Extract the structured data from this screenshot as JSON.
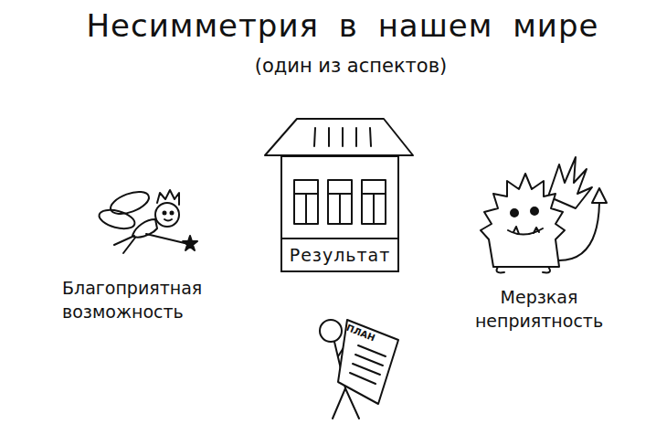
{
  "diagram": {
    "title": "Несимметрия в нашем мире",
    "nodes": [
      {
        "text": [
          "Результат"
        ]
      }
    ],
    "labels": [
      "(один из аспектов)",
      "Благоприятная возможность",
      "Мерзкая неприятность",
      "ПЛАН"
    ]
  }
}
